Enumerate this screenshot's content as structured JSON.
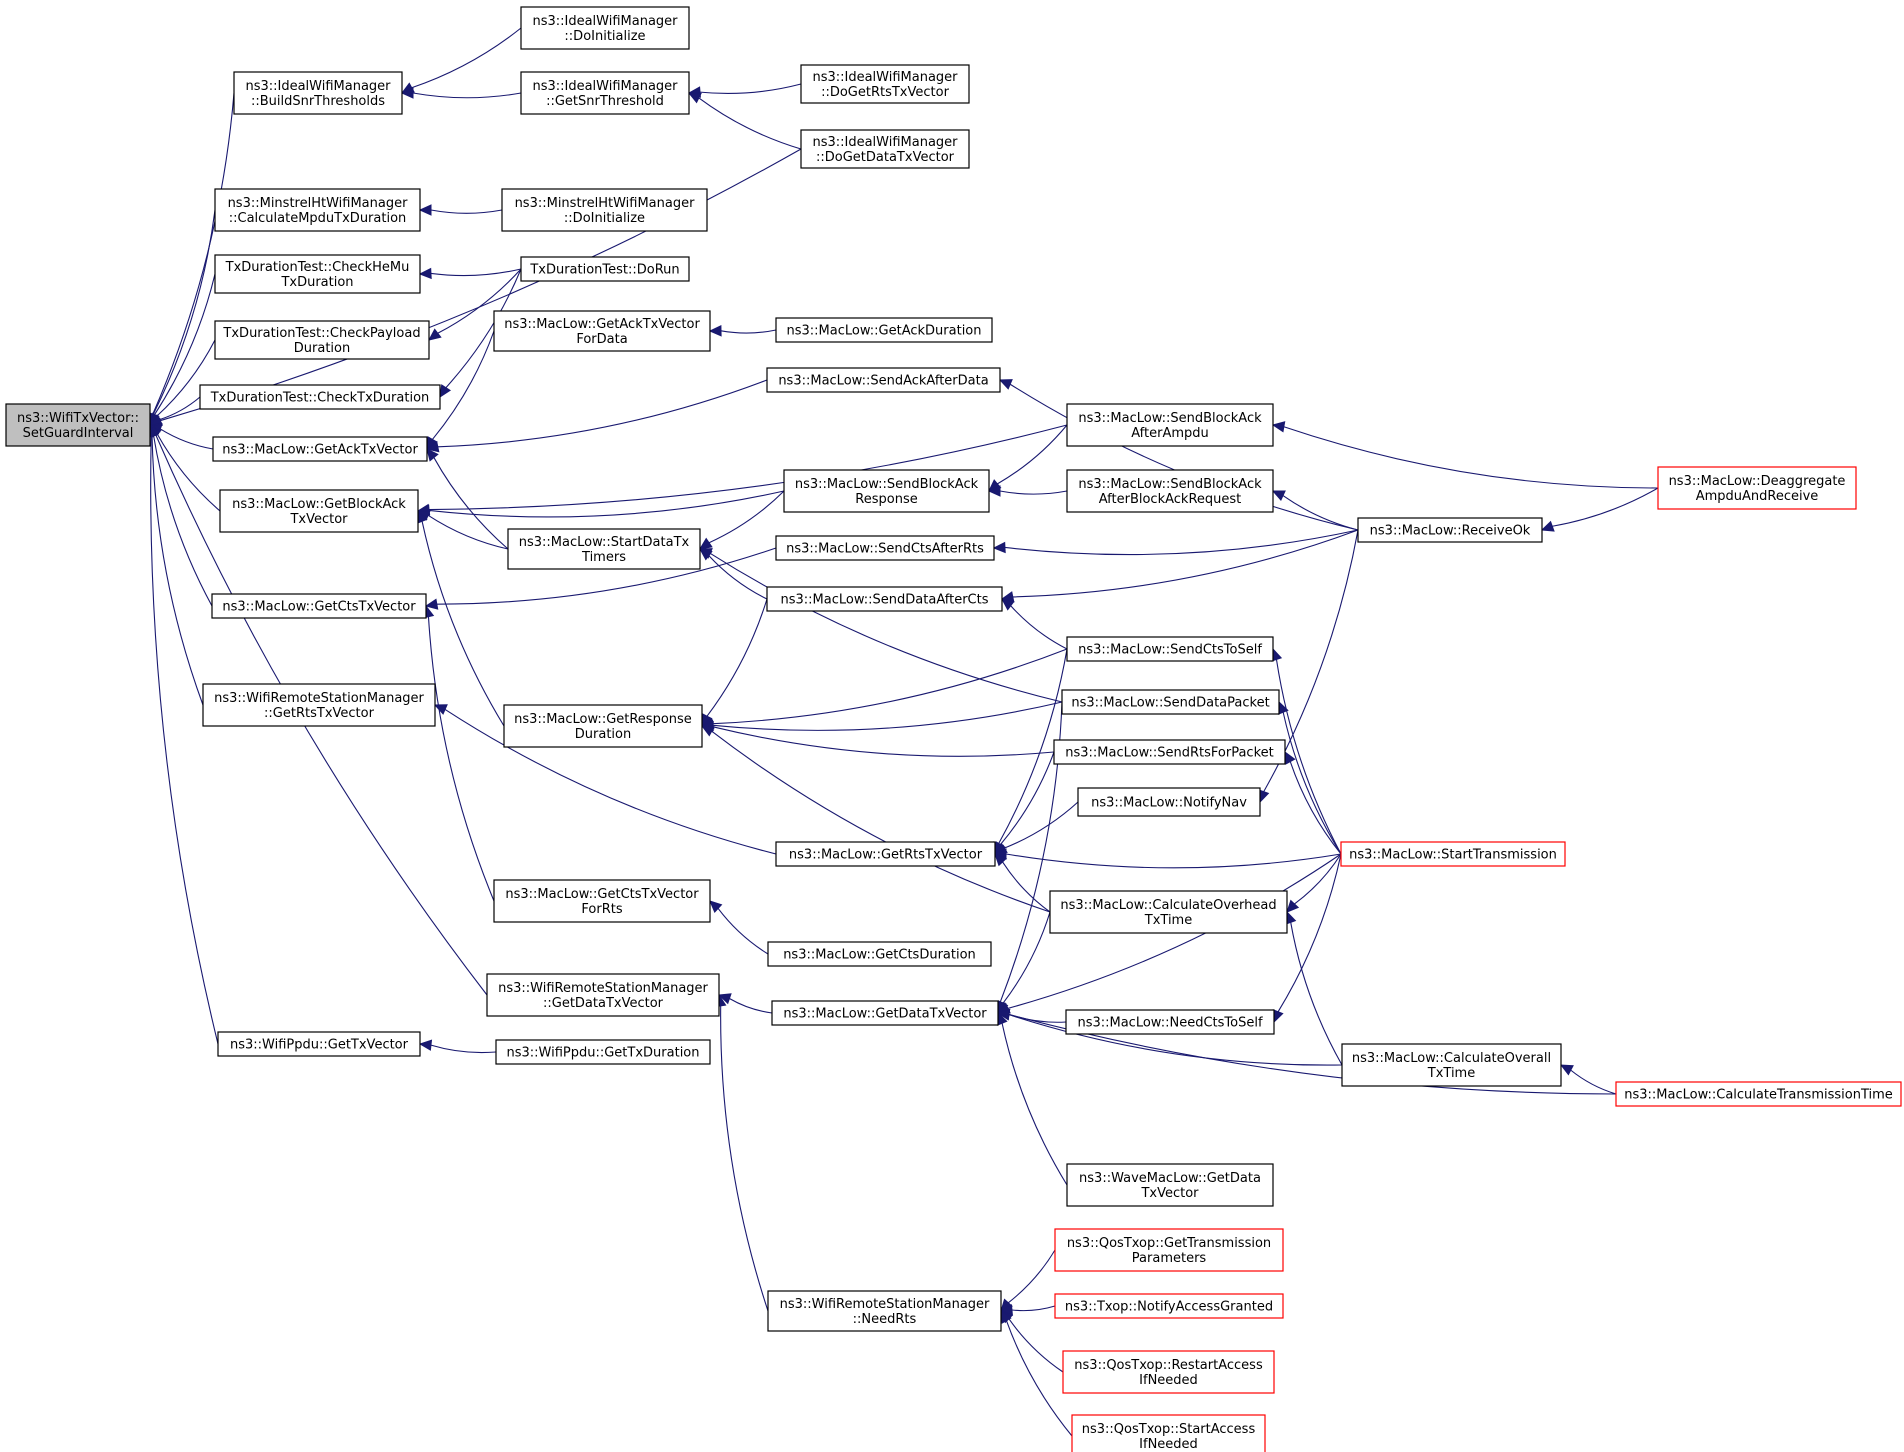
{
  "colors": {
    "edge": "#191970",
    "node_border": "#000000",
    "node_border_truncated": "#ff0000",
    "root_fill": "#bfbfbf",
    "node_fill": "#ffffff"
  },
  "nodes": [
    {
      "id": "root",
      "lines": [
        "ns3::WifiTxVector::",
        "SetGuardInterval"
      ],
      "style": "root"
    },
    {
      "id": "ideal_build",
      "lines": [
        "ns3::IdealWifiManager",
        "::BuildSnrThresholds"
      ]
    },
    {
      "id": "ideal_doinit",
      "lines": [
        "ns3::IdealWifiManager",
        "::DoInitialize"
      ]
    },
    {
      "id": "ideal_getsnr",
      "lines": [
        "ns3::IdealWifiManager",
        "::GetSnrThreshold"
      ]
    },
    {
      "id": "ideal_dogetrts",
      "lines": [
        "ns3::IdealWifiManager",
        "::DoGetRtsTxVector"
      ]
    },
    {
      "id": "ideal_dogetdata",
      "lines": [
        "ns3::IdealWifiManager",
        "::DoGetDataTxVector"
      ]
    },
    {
      "id": "minstrel_calc",
      "lines": [
        "ns3::MinstrelHtWifiManager",
        "::CalculateMpduTxDuration"
      ]
    },
    {
      "id": "minstrel_doinit",
      "lines": [
        "ns3::MinstrelHtWifiManager",
        "::DoInitialize"
      ]
    },
    {
      "id": "txd_checkhemu",
      "lines": [
        "TxDurationTest::CheckHeMu",
        "TxDuration"
      ]
    },
    {
      "id": "txd_dorun",
      "lines": [
        "TxDurationTest::DoRun"
      ]
    },
    {
      "id": "txd_checkpayload",
      "lines": [
        "TxDurationTest::CheckPayload",
        "Duration"
      ]
    },
    {
      "id": "txd_checktx",
      "lines": [
        "TxDurationTest::CheckTxDuration"
      ]
    },
    {
      "id": "mac_getacktxfordata",
      "lines": [
        "ns3::MacLow::GetAckTxVector",
        "ForData"
      ]
    },
    {
      "id": "mac_getackdur",
      "lines": [
        "ns3::MacLow::GetAckDuration"
      ]
    },
    {
      "id": "mac_sendackafterdata",
      "lines": [
        "ns3::MacLow::SendAckAfterData"
      ]
    },
    {
      "id": "mac_getacktx",
      "lines": [
        "ns3::MacLow::GetAckTxVector"
      ]
    },
    {
      "id": "mac_sendbaafterampdu",
      "lines": [
        "ns3::MacLow::SendBlockAck",
        "AfterAmpdu"
      ]
    },
    {
      "id": "mac_deaggregate",
      "lines": [
        "ns3::MacLow::Deaggregate",
        "AmpduAndReceive"
      ],
      "style": "red"
    },
    {
      "id": "mac_getbatx",
      "lines": [
        "ns3::MacLow::GetBlockAck",
        "TxVector"
      ]
    },
    {
      "id": "mac_sendbaresp",
      "lines": [
        "ns3::MacLow::SendBlockAck",
        "Response"
      ]
    },
    {
      "id": "mac_sendbaafterbar",
      "lines": [
        "ns3::MacLow::SendBlockAck",
        "AfterBlockAckRequest"
      ]
    },
    {
      "id": "mac_receiveok",
      "lines": [
        "ns3::MacLow::ReceiveOk"
      ]
    },
    {
      "id": "mac_startdatatx",
      "lines": [
        "ns3::MacLow::StartDataTx",
        "Timers"
      ]
    },
    {
      "id": "mac_sendctsafterrts",
      "lines": [
        "ns3::MacLow::SendCtsAfterRts"
      ]
    },
    {
      "id": "mac_getctstx",
      "lines": [
        "ns3::MacLow::GetCtsTxVector"
      ]
    },
    {
      "id": "mac_senddataaftercts",
      "lines": [
        "ns3::MacLow::SendDataAfterCts"
      ]
    },
    {
      "id": "mac_sendctstoself",
      "lines": [
        "ns3::MacLow::SendCtsToSelf"
      ]
    },
    {
      "id": "wrsm_getrts",
      "lines": [
        "ns3::WifiRemoteStationManager",
        "::GetRtsTxVector"
      ]
    },
    {
      "id": "mac_getresp",
      "lines": [
        "ns3::MacLow::GetResponse",
        "Duration"
      ]
    },
    {
      "id": "mac_senddatapacket",
      "lines": [
        "ns3::MacLow::SendDataPacket"
      ]
    },
    {
      "id": "mac_sendrtsforpacket",
      "lines": [
        "ns3::MacLow::SendRtsForPacket"
      ]
    },
    {
      "id": "mac_notifynav",
      "lines": [
        "ns3::MacLow::NotifyNav"
      ]
    },
    {
      "id": "mac_getrtstx",
      "lines": [
        "ns3::MacLow::GetRtsTxVector"
      ]
    },
    {
      "id": "mac_starttransmission",
      "lines": [
        "ns3::MacLow::StartTransmission"
      ],
      "style": "red"
    },
    {
      "id": "mac_getctstxforrts",
      "lines": [
        "ns3::MacLow::GetCtsTxVector",
        "ForRts"
      ]
    },
    {
      "id": "mac_calcoverhead",
      "lines": [
        "ns3::MacLow::CalculateOverhead",
        "TxTime"
      ]
    },
    {
      "id": "mac_getctsdur",
      "lines": [
        "ns3::MacLow::GetCtsDuration"
      ]
    },
    {
      "id": "wrsm_getdata",
      "lines": [
        "ns3::WifiRemoteStationManager",
        "::GetDataTxVector"
      ]
    },
    {
      "id": "mac_getdatatx",
      "lines": [
        "ns3::MacLow::GetDataTxVector"
      ]
    },
    {
      "id": "mac_needcts",
      "lines": [
        "ns3::MacLow::NeedCtsToSelf"
      ]
    },
    {
      "id": "ppdu_gettx",
      "lines": [
        "ns3::WifiPpdu::GetTxVector"
      ]
    },
    {
      "id": "ppdu_gettxdur",
      "lines": [
        "ns3::WifiPpdu::GetTxDuration"
      ]
    },
    {
      "id": "mac_calcoverall",
      "lines": [
        "ns3::MacLow::CalculateOverall",
        "TxTime"
      ]
    },
    {
      "id": "mac_calctranstime",
      "lines": [
        "ns3::MacLow::CalculateTransmissionTime"
      ],
      "style": "red"
    },
    {
      "id": "wave_getdata",
      "lines": [
        "ns3::WaveMacLow::GetData",
        "TxVector"
      ]
    },
    {
      "id": "qos_gettransparams",
      "lines": [
        "ns3::QosTxop::GetTransmission",
        "Parameters"
      ],
      "style": "red"
    },
    {
      "id": "wrsm_needrts",
      "lines": [
        "ns3::WifiRemoteStationManager",
        "::NeedRts"
      ]
    },
    {
      "id": "txop_notify",
      "lines": [
        "ns3::Txop::NotifyAccessGranted"
      ],
      "style": "red"
    },
    {
      "id": "qos_restart",
      "lines": [
        "ns3::QosTxop::RestartAccess",
        "IfNeeded"
      ],
      "style": "red"
    },
    {
      "id": "qos_start",
      "lines": [
        "ns3::QosTxop::StartAccess",
        "IfNeeded"
      ],
      "style": "red"
    }
  ]
}
